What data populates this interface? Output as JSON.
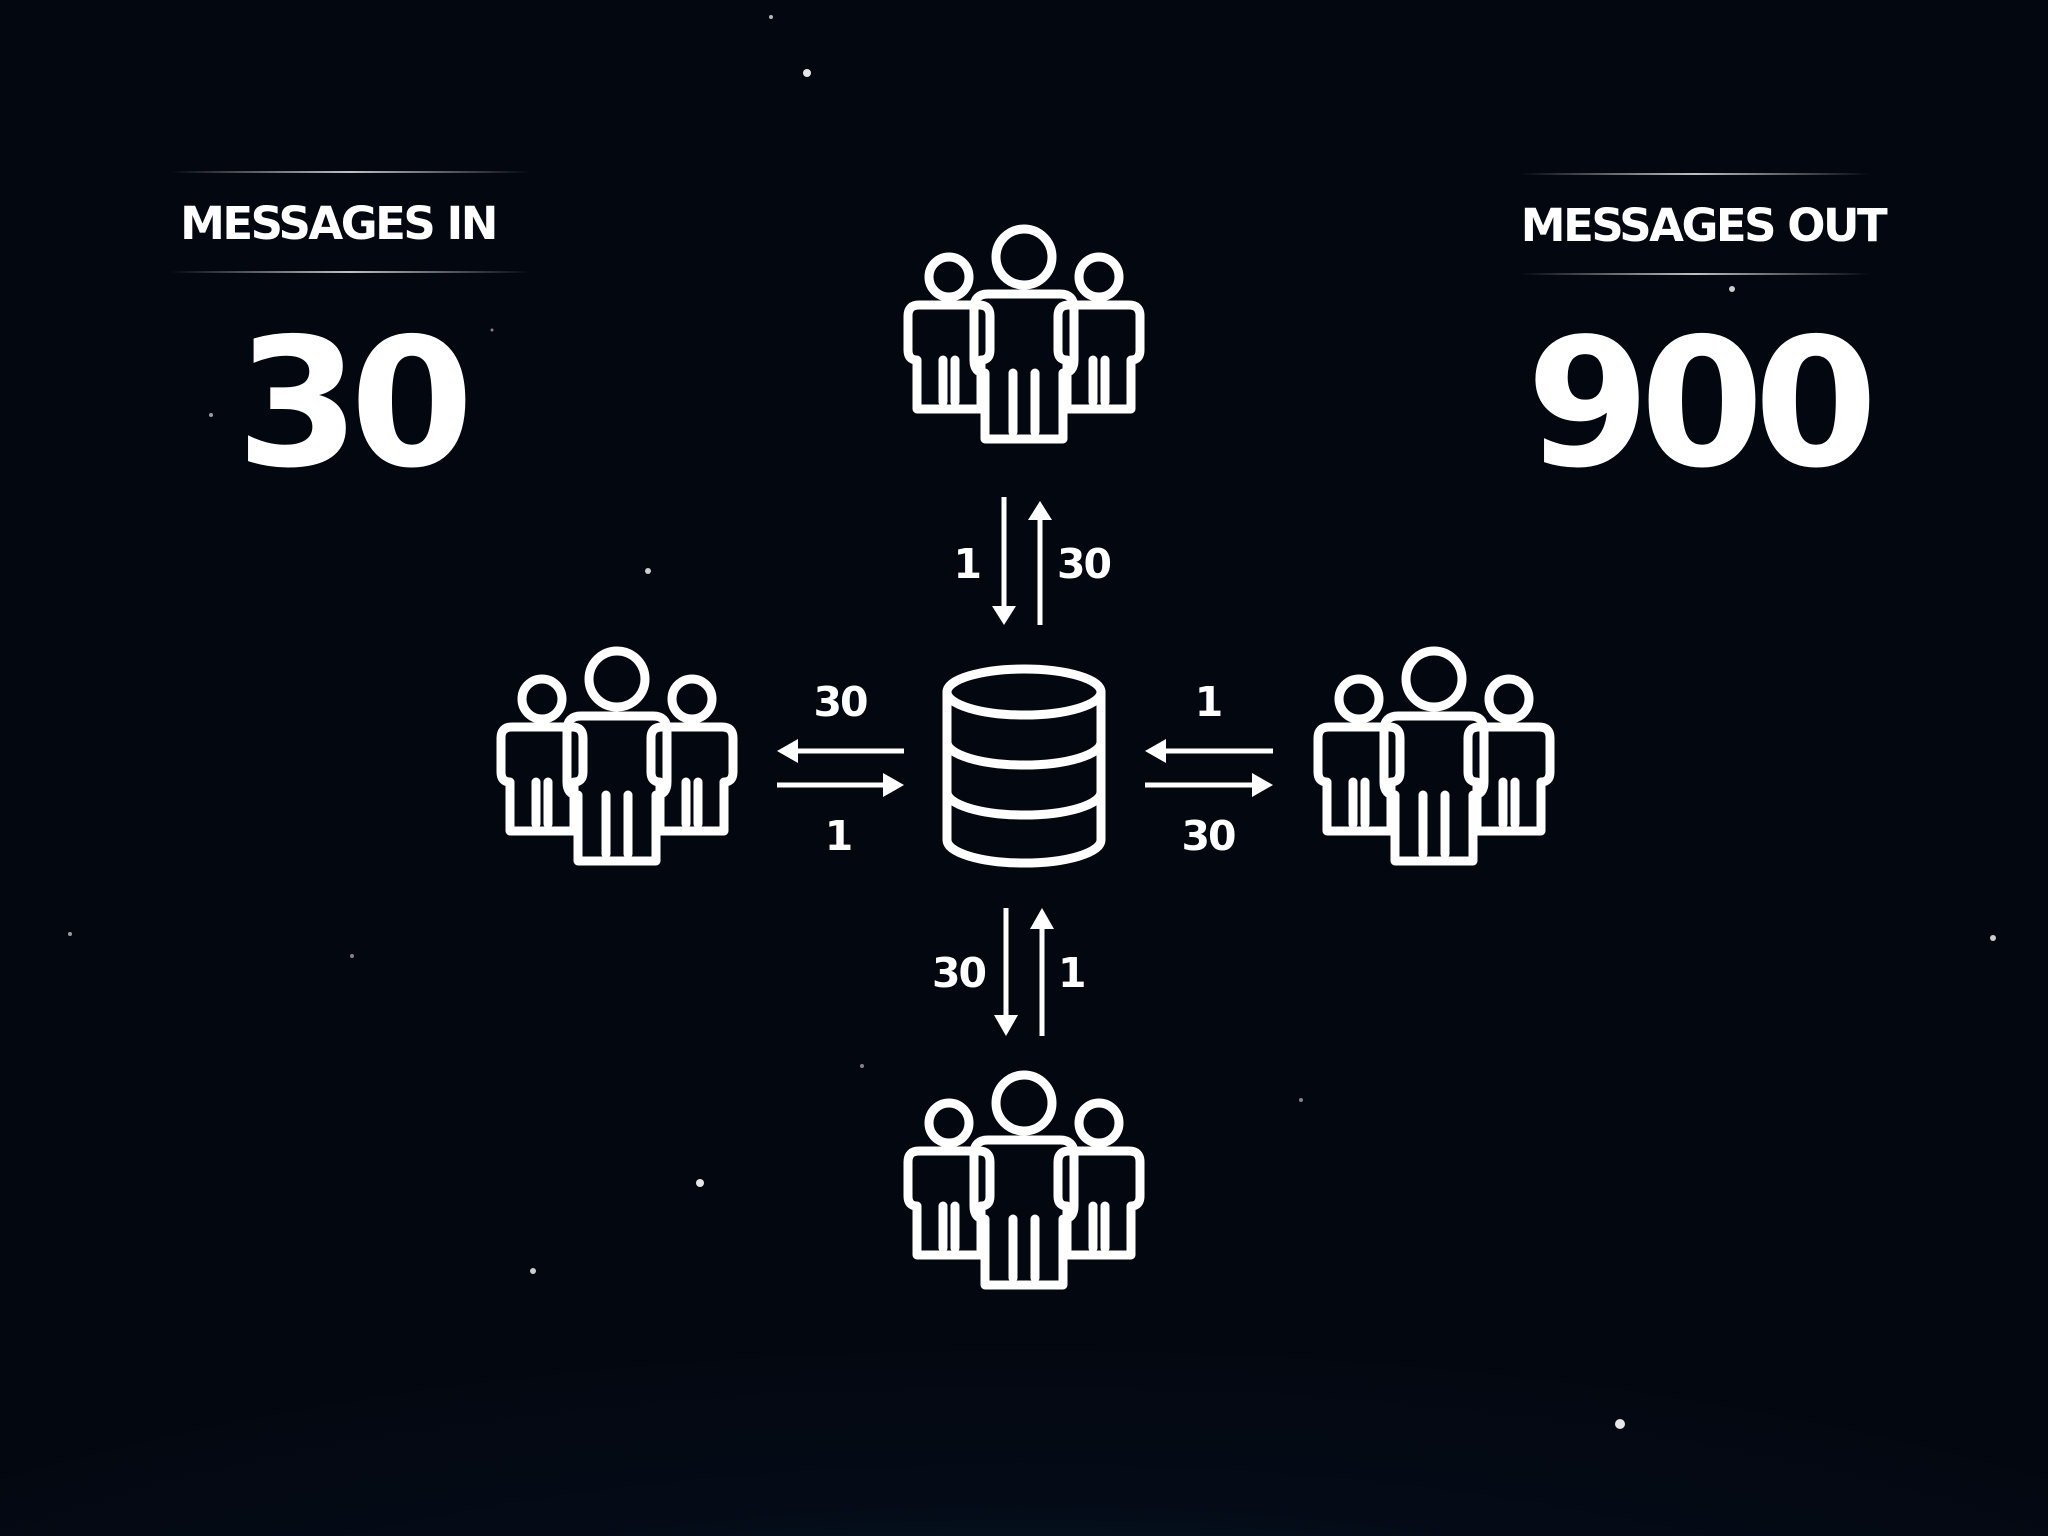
{
  "stats": {
    "messages_in": {
      "label": "MESSAGES IN",
      "value": "30"
    },
    "messages_out": {
      "label": "MESSAGES OUT",
      "value": "900"
    }
  },
  "diagram": {
    "center": {
      "icon": "database-icon"
    },
    "groups": [
      {
        "position": "top",
        "icon": "people-group-icon"
      },
      {
        "position": "left",
        "icon": "people-group-icon"
      },
      {
        "position": "right",
        "icon": "people-group-icon"
      },
      {
        "position": "bottom",
        "icon": "people-group-icon"
      }
    ],
    "arrows": {
      "top": {
        "to_database": "1",
        "from_database": "30"
      },
      "left": {
        "from_database": "30",
        "to_database": "1"
      },
      "right": {
        "to_database": "1",
        "from_database": "30"
      },
      "bottom": {
        "from_database": "30",
        "to_database": "1"
      }
    }
  },
  "colors": {
    "background_top": "#03070f",
    "background_glow": "#0e2b4d",
    "foreground": "#ffffff"
  }
}
